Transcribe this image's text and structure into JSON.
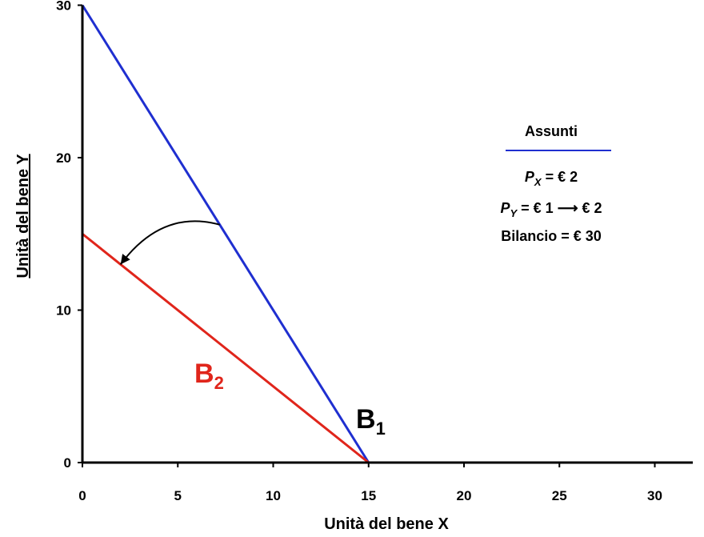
{
  "chart_data": {
    "type": "line",
    "xlabel": "Unità del bene X",
    "ylabel": "Unità del bene Y",
    "xlim": [
      0,
      31
    ],
    "ylim": [
      0,
      30
    ],
    "x_ticks": [
      "0",
      "5",
      "10",
      "15",
      "20",
      "25",
      "30"
    ],
    "y_ticks": [
      "0",
      "10",
      "20",
      "30"
    ],
    "grid": false,
    "series": [
      {
        "name": "B1",
        "label_main": "B",
        "label_sub": "1",
        "color": "#1f2fd0",
        "label_color": "#000000",
        "points": [
          [
            0,
            30
          ],
          [
            15,
            0
          ]
        ]
      },
      {
        "name": "B2",
        "label_main": "B",
        "label_sub": "2",
        "color": "#e0251b",
        "label_color": "#e0251b",
        "points": [
          [
            0,
            15
          ],
          [
            15,
            0
          ]
        ]
      }
    ],
    "annotation_arrow": {
      "from": [
        7.2,
        15.6
      ],
      "to": [
        2.0,
        13.0
      ],
      "color": "#000000"
    },
    "assumptions": {
      "title": "Assunti",
      "underline_color": "#1f2fd0",
      "px": {
        "symbol": "P",
        "sub": "X",
        "rest": " = € 2"
      },
      "py": {
        "symbol": "P",
        "sub": "Y",
        "rest": " = € 1 ⟶ € 2"
      },
      "budget": "Bilancio = € 30"
    }
  }
}
